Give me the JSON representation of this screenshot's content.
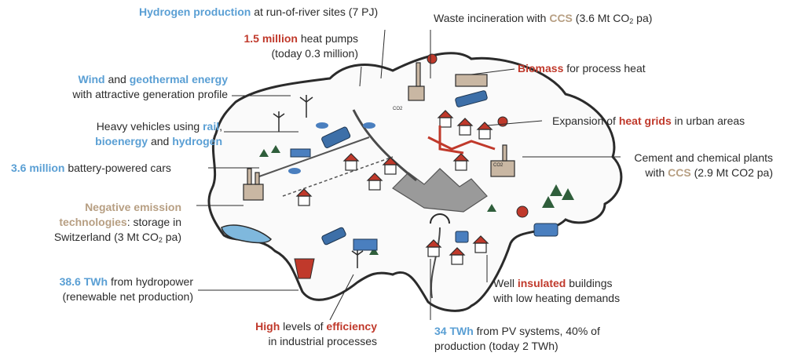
{
  "callouts": {
    "hydrogen": {
      "a": "Hydrogen production",
      "b": " at run-of-river sites (7 PJ)"
    },
    "heat_pumps": {
      "a": "1.5 million",
      "b": " heat pumps",
      "c": "(today 0.3 million)"
    },
    "waste": {
      "a": "Waste incineration with ",
      "b": "CCS",
      "c": " (3.6 Mt CO",
      "sub": "2",
      "d": " pa)"
    },
    "biomass": {
      "a": "Biomass",
      "b": " for process heat"
    },
    "wind": {
      "a": "Wind",
      "b": " and ",
      "c": "geothermal energy",
      "d": "with attractive generation profile"
    },
    "heavy": {
      "a": "Heavy vehicles using ",
      "b": "rail",
      "c": ",",
      "d": "bioenergy",
      "e": " and ",
      "f": "hydrogen"
    },
    "heat_grids": {
      "a": "Expansion of ",
      "b": "heat grids",
      "c": " in urban areas"
    },
    "cars": {
      "a": "3.6 million",
      "b": " battery-powered cars"
    },
    "cement": {
      "a": "Cement and chemical plants",
      "b": "with ",
      "c": "CCS",
      "d": " (2.9 Mt CO2 pa)"
    },
    "negative": {
      "a": "Negative emission",
      "b": "technologies",
      "c": ":  storage in",
      "d": "Switzerland (3 Mt CO",
      "sub": "2",
      "e": " pa)"
    },
    "hydro": {
      "a": "38.6 TWh",
      "b": " from hydropower",
      "c": "(renewable net production)"
    },
    "insulated": {
      "a": "Well ",
      "b": "insulated",
      "c": " buildings",
      "d": "with low heating demands"
    },
    "efficiency": {
      "a": "High",
      "b": " levels of ",
      "c": "efficiency",
      "d": "in industrial processes"
    },
    "pv": {
      "a": "34 TWh",
      "b": " from PV systems, 40% of",
      "c": "production (today 2 TWh)"
    }
  },
  "map_labels": {
    "co2_a": "CO2",
    "co2_b": "CO2"
  },
  "colors": {
    "accent_blue": "#5a9fd4",
    "accent_red": "#c0392b",
    "accent_tan": "#b79f83",
    "text": "#2b2b2b"
  }
}
